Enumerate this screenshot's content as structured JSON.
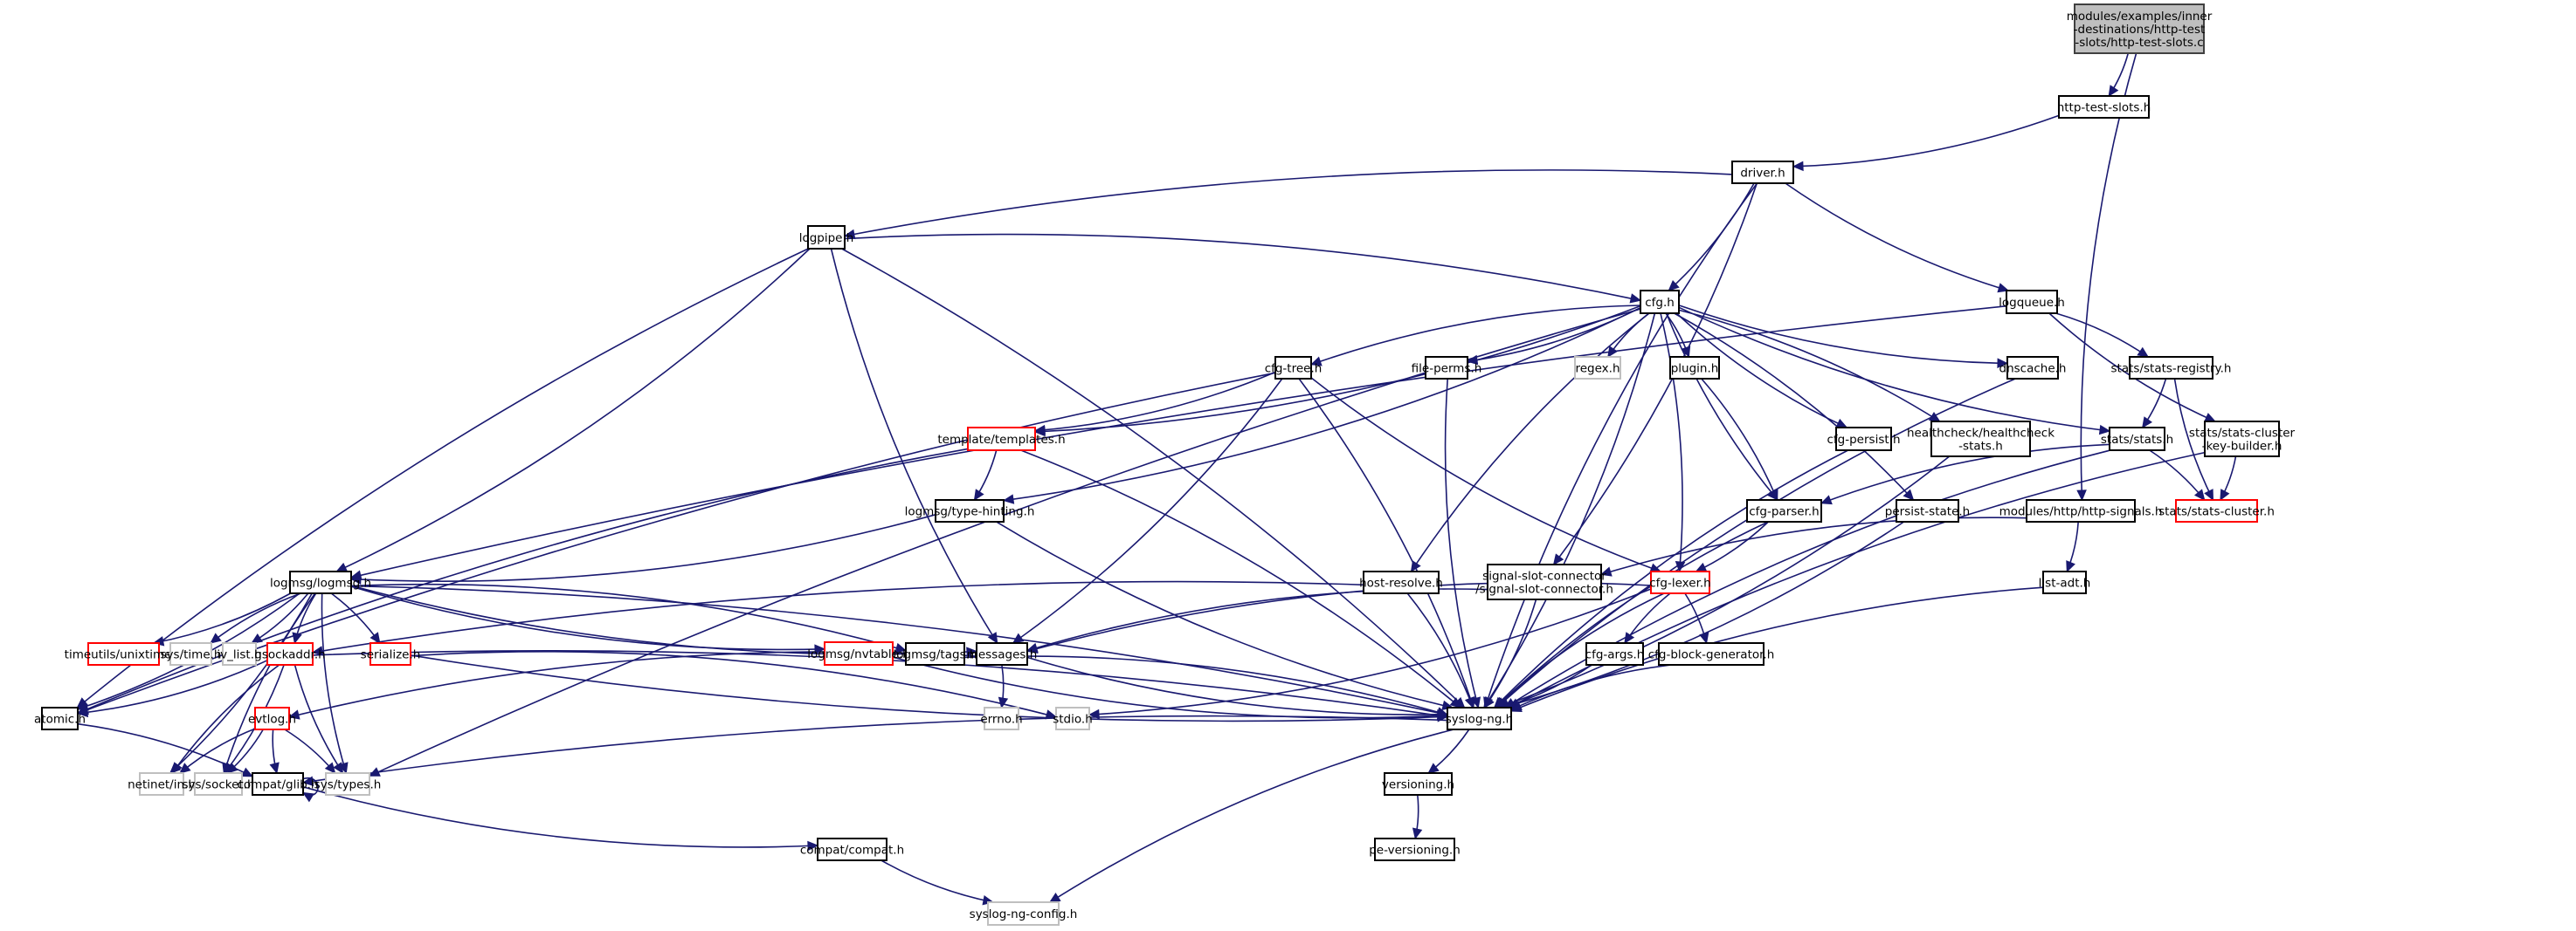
{
  "title": "Include dependency graph for http-test-slots.c",
  "colors": {
    "edge": "#191970",
    "root_fill": "#bfbfbf",
    "normal_border": "#000000",
    "truncated_border": "#ff0000",
    "external_border": "#bfbfbf"
  },
  "nodes": [
    {
      "id": "root",
      "lines": [
        "modules/examples/inner",
        "-destinations/http-test",
        "-slots/http-test-slots.c"
      ],
      "kind": "root"
    },
    {
      "id": "http-test-slots.h",
      "lines": [
        "http-test-slots.h"
      ],
      "kind": "normal"
    },
    {
      "id": "driver.h",
      "lines": [
        "driver.h"
      ],
      "kind": "normal"
    },
    {
      "id": "logpipe.h",
      "lines": [
        "logpipe.h"
      ],
      "kind": "normal"
    },
    {
      "id": "cfg.h",
      "lines": [
        "cfg.h"
      ],
      "kind": "normal"
    },
    {
      "id": "logqueue.h",
      "lines": [
        "logqueue.h"
      ],
      "kind": "normal"
    },
    {
      "id": "cfg-tree.h",
      "lines": [
        "cfg-tree.h"
      ],
      "kind": "normal"
    },
    {
      "id": "file-perms.h",
      "lines": [
        "file-perms.h"
      ],
      "kind": "normal"
    },
    {
      "id": "regex.h",
      "lines": [
        "regex.h"
      ],
      "kind": "external"
    },
    {
      "id": "plugin.h",
      "lines": [
        "plugin.h"
      ],
      "kind": "normal"
    },
    {
      "id": "dnscache.h",
      "lines": [
        "dnscache.h"
      ],
      "kind": "normal"
    },
    {
      "id": "stats/stats-registry.h",
      "lines": [
        "stats/stats-registry.h"
      ],
      "kind": "normal"
    },
    {
      "id": "template/templates.h",
      "lines": [
        "template/templates.h"
      ],
      "kind": "truncated"
    },
    {
      "id": "cfg-persist.h",
      "lines": [
        "cfg-persist.h"
      ],
      "kind": "normal"
    },
    {
      "id": "healthcheck/healthcheck-stats.h",
      "lines": [
        "healthcheck/healthcheck",
        "-stats.h"
      ],
      "kind": "normal"
    },
    {
      "id": "stats/stats.h",
      "lines": [
        "stats/stats.h"
      ],
      "kind": "normal"
    },
    {
      "id": "stats/stats-cluster-key-builder.h",
      "lines": [
        "stats/stats-cluster",
        "-key-builder.h"
      ],
      "kind": "normal"
    },
    {
      "id": "logmsg/type-hinting.h",
      "lines": [
        "logmsg/type-hinting.h"
      ],
      "kind": "normal"
    },
    {
      "id": "cfg-parser.h",
      "lines": [
        "cfg-parser.h"
      ],
      "kind": "normal"
    },
    {
      "id": "persist-state.h",
      "lines": [
        "persist-state.h"
      ],
      "kind": "normal"
    },
    {
      "id": "modules/http/http-signals.h",
      "lines": [
        "modules/http/http-signals.h"
      ],
      "kind": "normal"
    },
    {
      "id": "stats/stats-cluster.h",
      "lines": [
        "stats/stats-cluster.h"
      ],
      "kind": "truncated"
    },
    {
      "id": "logmsg/logmsg.h",
      "lines": [
        "logmsg/logmsg.h"
      ],
      "kind": "normal"
    },
    {
      "id": "host-resolve.h",
      "lines": [
        "host-resolve.h"
      ],
      "kind": "normal"
    },
    {
      "id": "signal-slot-connector/signal-slot-connector.h",
      "lines": [
        "signal-slot-connector",
        "/signal-slot-connector.h"
      ],
      "kind": "normal"
    },
    {
      "id": "cfg-lexer.h",
      "lines": [
        "cfg-lexer.h"
      ],
      "kind": "truncated"
    },
    {
      "id": "list-adt.h",
      "lines": [
        "list-adt.h"
      ],
      "kind": "normal"
    },
    {
      "id": "timeutils/unixtime.h",
      "lines": [
        "timeutils/unixtime.h"
      ],
      "kind": "truncated"
    },
    {
      "id": "sys/time.h",
      "lines": [
        "sys/time.h"
      ],
      "kind": "external"
    },
    {
      "id": "iv_list.h",
      "lines": [
        "iv_list.h"
      ],
      "kind": "external"
    },
    {
      "id": "gsockaddr.h",
      "lines": [
        "gsockaddr.h"
      ],
      "kind": "truncated"
    },
    {
      "id": "serialize.h",
      "lines": [
        "serialize.h"
      ],
      "kind": "truncated"
    },
    {
      "id": "logmsg/nvtable.h",
      "lines": [
        "logmsg/nvtable.h"
      ],
      "kind": "truncated"
    },
    {
      "id": "logmsg/tags.h",
      "lines": [
        "logmsg/tags.h"
      ],
      "kind": "normal"
    },
    {
      "id": "messages.h",
      "lines": [
        "messages.h"
      ],
      "kind": "normal"
    },
    {
      "id": "cfg-args.h",
      "lines": [
        "cfg-args.h"
      ],
      "kind": "normal"
    },
    {
      "id": "cfg-block-generator.h",
      "lines": [
        "cfg-block-generator.h"
      ],
      "kind": "normal"
    },
    {
      "id": "atomic.h",
      "lines": [
        "atomic.h"
      ],
      "kind": "normal"
    },
    {
      "id": "evtlog.h",
      "lines": [
        "evtlog.h"
      ],
      "kind": "truncated"
    },
    {
      "id": "errno.h",
      "lines": [
        "errno.h"
      ],
      "kind": "external"
    },
    {
      "id": "stdio.h",
      "lines": [
        "stdio.h"
      ],
      "kind": "external"
    },
    {
      "id": "syslog-ng.h",
      "lines": [
        "syslog-ng.h"
      ],
      "kind": "normal"
    },
    {
      "id": "netinet/in.h",
      "lines": [
        "netinet/in.h"
      ],
      "kind": "external"
    },
    {
      "id": "sys/socket.h",
      "lines": [
        "sys/socket.h"
      ],
      "kind": "external"
    },
    {
      "id": "compat/glib.h",
      "lines": [
        "compat/glib.h"
      ],
      "kind": "normal"
    },
    {
      "id": "sys/types.h",
      "lines": [
        "sys/types.h"
      ],
      "kind": "external"
    },
    {
      "id": "versioning.h",
      "lines": [
        "versioning.h"
      ],
      "kind": "normal"
    },
    {
      "id": "compat/compat.h",
      "lines": [
        "compat/compat.h"
      ],
      "kind": "normal"
    },
    {
      "id": "pe-versioning.h",
      "lines": [
        "pe-versioning.h"
      ],
      "kind": "normal"
    },
    {
      "id": "syslog-ng-config.h",
      "lines": [
        "syslog-ng-config.h"
      ],
      "kind": "external"
    }
  ],
  "edges": [
    [
      "root",
      "http-test-slots.h"
    ],
    [
      "root",
      "modules/http/http-signals.h"
    ],
    [
      "http-test-slots.h",
      "driver.h"
    ],
    [
      "driver.h",
      "logpipe.h"
    ],
    [
      "driver.h",
      "cfg.h"
    ],
    [
      "driver.h",
      "logqueue.h"
    ],
    [
      "driver.h",
      "signal-slot-connector/signal-slot-connector.h"
    ],
    [
      "driver.h",
      "syslog-ng.h"
    ],
    [
      "logpipe.h",
      "cfg.h"
    ],
    [
      "logpipe.h",
      "atomic.h"
    ],
    [
      "logpipe.h",
      "logmsg/logmsg.h"
    ],
    [
      "logpipe.h",
      "messages.h"
    ],
    [
      "logpipe.h",
      "syslog-ng.h"
    ],
    [
      "cfg.h",
      "cfg-tree.h"
    ],
    [
      "cfg.h",
      "file-perms.h"
    ],
    [
      "cfg.h",
      "regex.h"
    ],
    [
      "cfg.h",
      "plugin.h"
    ],
    [
      "cfg.h",
      "dnscache.h"
    ],
    [
      "cfg.h",
      "template/templates.h"
    ],
    [
      "cfg.h",
      "cfg-persist.h"
    ],
    [
      "cfg.h",
      "healthcheck/healthcheck-stats.h"
    ],
    [
      "cfg.h",
      "stats/stats.h"
    ],
    [
      "cfg.h",
      "logmsg/type-hinting.h"
    ],
    [
      "cfg.h",
      "cfg-parser.h"
    ],
    [
      "cfg.h",
      "persist-state.h"
    ],
    [
      "cfg.h",
      "host-resolve.h"
    ],
    [
      "cfg.h",
      "cfg-lexer.h"
    ],
    [
      "cfg.h",
      "sys/types.h"
    ],
    [
      "cfg.h",
      "syslog-ng.h"
    ],
    [
      "logqueue.h",
      "logmsg/logmsg.h"
    ],
    [
      "logqueue.h",
      "stats/stats-registry.h"
    ],
    [
      "logqueue.h",
      "stats/stats-cluster-key-builder.h"
    ],
    [
      "cfg-tree.h",
      "template/templates.h"
    ],
    [
      "cfg-tree.h",
      "atomic.h"
    ],
    [
      "cfg-tree.h",
      "messages.h"
    ],
    [
      "cfg-tree.h",
      "cfg-lexer.h"
    ],
    [
      "cfg-tree.h",
      "syslog-ng.h"
    ],
    [
      "file-perms.h",
      "syslog-ng.h"
    ],
    [
      "plugin.h",
      "cfg-parser.h"
    ],
    [
      "dnscache.h",
      "syslog-ng.h"
    ],
    [
      "stats/stats-registry.h",
      "stats/stats.h"
    ],
    [
      "stats/stats-registry.h",
      "stats/stats-cluster.h"
    ],
    [
      "template/templates.h",
      "logmsg/type-hinting.h"
    ],
    [
      "template/templates.h",
      "atomic.h"
    ],
    [
      "template/templates.h",
      "syslog-ng.h"
    ],
    [
      "cfg-persist.h",
      "syslog-ng.h"
    ],
    [
      "healthcheck/healthcheck-stats.h",
      "syslog-ng.h"
    ],
    [
      "stats/stats.h",
      "cfg-parser.h"
    ],
    [
      "stats/stats.h",
      "stats/stats-cluster.h"
    ],
    [
      "stats/stats.h",
      "syslog-ng.h"
    ],
    [
      "stats/stats-cluster-key-builder.h",
      "stats/stats-cluster.h"
    ],
    [
      "stats/stats-cluster-key-builder.h",
      "syslog-ng.h"
    ],
    [
      "logmsg/type-hinting.h",
      "logmsg/logmsg.h"
    ],
    [
      "logmsg/type-hinting.h",
      "syslog-ng.h"
    ],
    [
      "cfg-parser.h",
      "cfg-lexer.h"
    ],
    [
      "cfg-parser.h",
      "syslog-ng.h"
    ],
    [
      "persist-state.h",
      "syslog-ng.h"
    ],
    [
      "modules/http/http-signals.h",
      "signal-slot-connector/signal-slot-connector.h"
    ],
    [
      "modules/http/http-signals.h",
      "list-adt.h"
    ],
    [
      "list-adt.h",
      "syslog-ng.h"
    ],
    [
      "logmsg/logmsg.h",
      "timeutils/unixtime.h"
    ],
    [
      "logmsg/logmsg.h",
      "sys/time.h"
    ],
    [
      "logmsg/logmsg.h",
      "iv_list.h"
    ],
    [
      "logmsg/logmsg.h",
      "gsockaddr.h"
    ],
    [
      "logmsg/logmsg.h",
      "serialize.h"
    ],
    [
      "logmsg/logmsg.h",
      "logmsg/nvtable.h"
    ],
    [
      "logmsg/logmsg.h",
      "logmsg/tags.h"
    ],
    [
      "logmsg/logmsg.h",
      "messages.h"
    ],
    [
      "logmsg/logmsg.h",
      "atomic.h"
    ],
    [
      "logmsg/logmsg.h",
      "sys/types.h"
    ],
    [
      "logmsg/logmsg.h",
      "netinet/in.h"
    ],
    [
      "logmsg/logmsg.h",
      "sys/socket.h"
    ],
    [
      "logmsg/logmsg.h",
      "syslog-ng.h"
    ],
    [
      "host-resolve.h",
      "gsockaddr.h"
    ],
    [
      "host-resolve.h",
      "syslog-ng.h"
    ],
    [
      "signal-slot-connector/signal-slot-connector.h",
      "messages.h"
    ],
    [
      "signal-slot-connector/signal-slot-connector.h",
      "syslog-ng.h"
    ],
    [
      "cfg-lexer.h",
      "cfg-args.h"
    ],
    [
      "cfg-lexer.h",
      "cfg-block-generator.h"
    ],
    [
      "cfg-lexer.h",
      "messages.h"
    ],
    [
      "cfg-lexer.h",
      "stdio.h"
    ],
    [
      "cfg-lexer.h",
      "syslog-ng.h"
    ],
    [
      "gsockaddr.h",
      "atomic.h"
    ],
    [
      "gsockaddr.h",
      "netinet/in.h"
    ],
    [
      "gsockaddr.h",
      "sys/socket.h"
    ],
    [
      "gsockaddr.h",
      "sys/types.h"
    ],
    [
      "gsockaddr.h",
      "syslog-ng.h"
    ],
    [
      "serialize.h",
      "syslog-ng.h"
    ],
    [
      "serialize.h",
      "stdio.h"
    ],
    [
      "logmsg/nvtable.h",
      "syslog-ng.h"
    ],
    [
      "logmsg/tags.h",
      "syslog-ng.h"
    ],
    [
      "messages.h",
      "evtlog.h"
    ],
    [
      "messages.h",
      "errno.h"
    ],
    [
      "messages.h",
      "syslog-ng.h"
    ],
    [
      "cfg-args.h",
      "syslog-ng.h"
    ],
    [
      "cfg-block-generator.h",
      "syslog-ng.h"
    ],
    [
      "atomic.h",
      "compat/glib.h"
    ],
    [
      "evtlog.h",
      "netinet/in.h"
    ],
    [
      "evtlog.h",
      "sys/socket.h"
    ],
    [
      "evtlog.h",
      "compat/glib.h"
    ],
    [
      "evtlog.h",
      "sys/types.h"
    ],
    [
      "syslog-ng.h",
      "compat/glib.h"
    ],
    [
      "syslog-ng.h",
      "versioning.h"
    ],
    [
      "syslog-ng.h",
      "syslog-ng-config.h"
    ],
    [
      "compat/glib.h",
      "compat/glib.h"
    ],
    [
      "compat/glib.h",
      "compat/compat.h"
    ],
    [
      "versioning.h",
      "pe-versioning.h"
    ],
    [
      "compat/compat.h",
      "syslog-ng-config.h"
    ]
  ]
}
